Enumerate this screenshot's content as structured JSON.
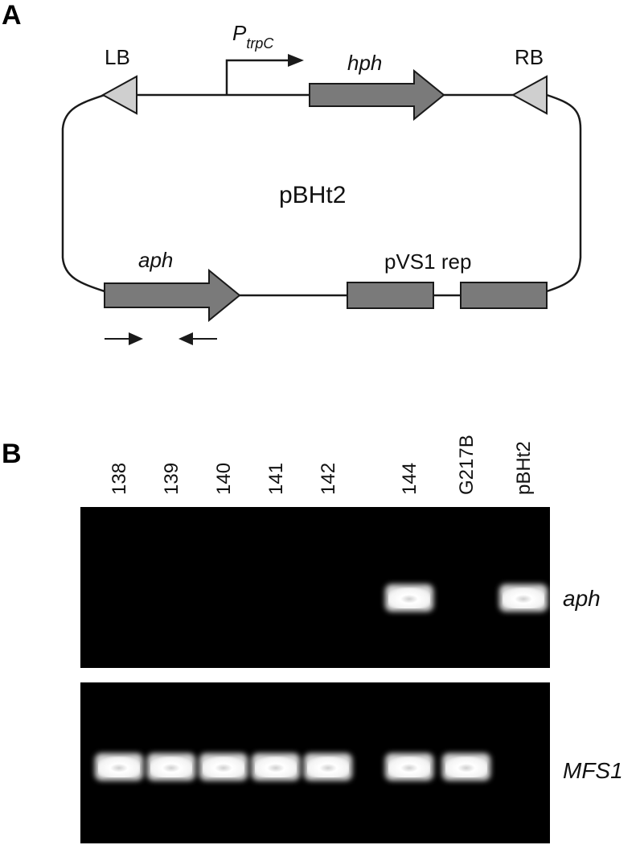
{
  "panel_a": {
    "letter": "A",
    "plasmid_name": "pBHt2",
    "left_border": "LB",
    "right_border": "RB",
    "promoter_main": "P",
    "promoter_sub": "trpC",
    "gene_top": "hph",
    "gene_bottom": "aph",
    "replicon": "pVS1 rep",
    "colors": {
      "gene_fill": "#7a7a7a",
      "border_fill": "#cfcfcf",
      "line": "#1a1a1a"
    }
  },
  "panel_b": {
    "letter": "B",
    "lanes": [
      "138",
      "139",
      "140",
      "141",
      "142",
      "144",
      "G217B",
      "pBHt2"
    ],
    "gels": [
      {
        "gene": "aph",
        "band_present": [
          false,
          false,
          false,
          false,
          false,
          true,
          false,
          true
        ]
      },
      {
        "gene": "MFS1",
        "band_present": [
          true,
          true,
          true,
          true,
          true,
          true,
          true,
          false
        ]
      }
    ],
    "colors": {
      "gel_background": "#000000",
      "band": "#ffffff"
    }
  }
}
